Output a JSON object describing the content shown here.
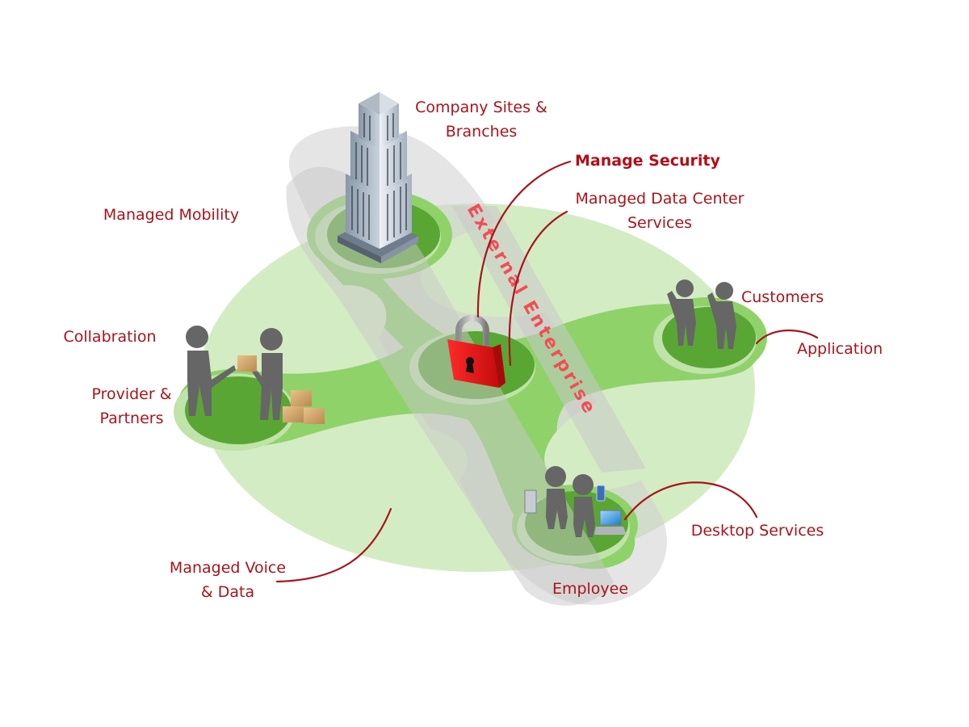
{
  "diagram": {
    "center_label": "External Enterprise",
    "labels": {
      "company_sites_line1": "Company Sites &",
      "company_sites_line2": "Branches",
      "manage_security": "Manage Security",
      "managed_data_center_line1": "Managed Data Center",
      "managed_data_center_line2": "Services",
      "managed_mobility": "Managed Mobility",
      "customers": "Customers",
      "application": "Application",
      "collabration": "Collabration",
      "provider_line1": "Provider &",
      "provider_line2": "Partners",
      "desktop_services": "Desktop Services",
      "employee": "Employee",
      "managed_voice_line1": "Managed Voice",
      "managed_voice_line2": "& Data"
    },
    "nodes": [
      {
        "id": "company-sites",
        "icon": "office-building-icon"
      },
      {
        "id": "security",
        "icon": "padlock-icon"
      },
      {
        "id": "customers",
        "icon": "people-waving-icon"
      },
      {
        "id": "providers",
        "icon": "people-handing-package-icon"
      },
      {
        "id": "employee",
        "icon": "people-with-devices-icon"
      }
    ],
    "colors": {
      "label_red": "#a8141c",
      "accent_red": "#f24d55",
      "light_green": "#d4ecc4",
      "mid_green": "#8fd26a",
      "dark_green": "#5aa634",
      "band_gray": "#c8c8c8",
      "lock_red": "#e01010"
    }
  }
}
